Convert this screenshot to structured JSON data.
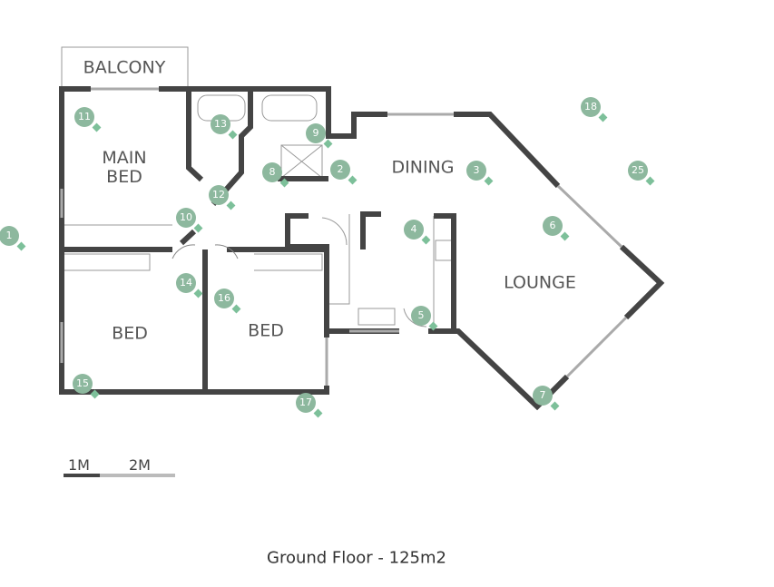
{
  "rooms": {
    "balcony": "BALCONY",
    "main_bed": "MAIN BED",
    "dining": "DINING",
    "lounge": "LOUNGE",
    "bed1": "BED",
    "bed2": "BED"
  },
  "markers": [
    "1",
    "2",
    "3",
    "4",
    "5",
    "6",
    "7",
    "8",
    "9",
    "10",
    "11",
    "12",
    "13",
    "14",
    "15",
    "16",
    "17",
    "18",
    "25"
  ],
  "scale": {
    "one": "1M",
    "two": "2M"
  },
  "caption": "Ground Floor - 125m2",
  "colors": {
    "wall": "#444444",
    "marker": "#8db89e"
  }
}
